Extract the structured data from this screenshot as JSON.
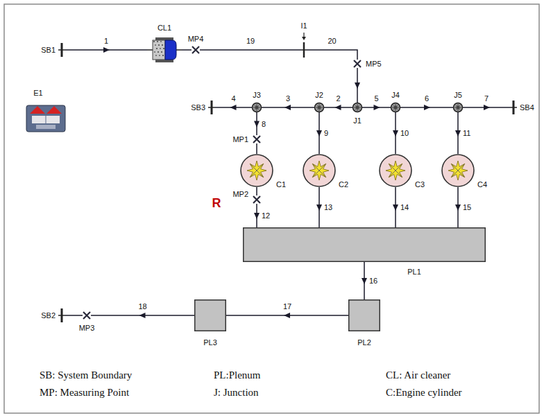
{
  "diagram": {
    "nodes": [
      {
        "text": [
          "SB1"
        ]
      },
      {
        "text": [
          "CL1"
        ]
      },
      {
        "text": [
          "MP4"
        ]
      },
      {
        "text": [
          "I1"
        ]
      },
      {
        "text": [
          "MP5"
        ]
      },
      {
        "text": [
          "E1"
        ]
      },
      {
        "text": [
          "SB3"
        ]
      },
      {
        "text": [
          "J3"
        ]
      },
      {
        "text": [
          "J2"
        ]
      },
      {
        "text": [
          "J1"
        ]
      },
      {
        "text": [
          "J4"
        ]
      },
      {
        "text": [
          "J5"
        ]
      },
      {
        "text": [
          "SB4"
        ]
      },
      {
        "text": [
          "MP1"
        ]
      },
      {
        "text": [
          "C1"
        ]
      },
      {
        "text": [
          "C2"
        ]
      },
      {
        "text": [
          "C3"
        ]
      },
      {
        "text": [
          "C4"
        ]
      },
      {
        "text": [
          "MP2"
        ]
      },
      {
        "text": [
          "PL1"
        ]
      },
      {
        "text": [
          "SB2"
        ]
      },
      {
        "text": [
          "MP3"
        ]
      },
      {
        "text": [
          "PL3"
        ]
      },
      {
        "text": [
          "PL2"
        ]
      }
    ],
    "edges": [
      {
        "from": 0,
        "to": 1,
        "label": "1",
        "arrow": "to"
      },
      {
        "from": 1,
        "to": 2,
        "arrow": "none"
      },
      {
        "from": 2,
        "to": 3,
        "label": "19",
        "arrow": "none"
      },
      {
        "from": 3,
        "to": 4,
        "label": "20",
        "arrow": "none"
      },
      {
        "from": 4,
        "to": 9,
        "arrow": "to"
      },
      {
        "from": 9,
        "to": 8,
        "label": "2",
        "arrow": "to"
      },
      {
        "from": 8,
        "to": 7,
        "label": "3",
        "arrow": "to"
      },
      {
        "from": 7,
        "to": 6,
        "label": "4",
        "arrow": "to"
      },
      {
        "from": 9,
        "to": 10,
        "label": "5",
        "arrow": "to"
      },
      {
        "from": 10,
        "to": 11,
        "label": "6",
        "arrow": "to"
      },
      {
        "from": 11,
        "to": 12,
        "label": "7",
        "arrow": "to"
      },
      {
        "from": 7,
        "to": 13,
        "label": "8",
        "arrow": "to"
      },
      {
        "from": 13,
        "to": 14,
        "arrow": "none"
      },
      {
        "from": 8,
        "to": 15,
        "label": "9",
        "arrow": "to"
      },
      {
        "from": 10,
        "to": 16,
        "label": "10",
        "arrow": "to"
      },
      {
        "from": 11,
        "to": 17,
        "label": "11",
        "arrow": "to"
      },
      {
        "from": 14,
        "to": 18,
        "arrow": "none"
      },
      {
        "from": 18,
        "to": 19,
        "label": "12",
        "arrow": "to"
      },
      {
        "from": 15,
        "to": 19,
        "label": "13",
        "arrow": "to"
      },
      {
        "from": 16,
        "to": 19,
        "label": "14",
        "arrow": "to"
      },
      {
        "from": 17,
        "to": 19,
        "label": "15",
        "arrow": "to"
      },
      {
        "from": 19,
        "to": 23,
        "label": "16",
        "arrow": "to"
      },
      {
        "from": 23,
        "to": 22,
        "label": "17",
        "arrow": "to"
      },
      {
        "from": 22,
        "to": 21,
        "label": "18",
        "arrow": "to"
      },
      {
        "from": 21,
        "to": 20,
        "arrow": "none"
      }
    ],
    "labels": [
      "R"
    ],
    "legend": [
      {
        "text": "SB:  System Boundary"
      },
      {
        "text": "PL:Plenum"
      },
      {
        "text": "CL: Air cleaner"
      },
      {
        "text": "MP: Measuring Point"
      },
      {
        "text": "J:  Junction"
      },
      {
        "text": "C:Engine cylinder"
      }
    ]
  }
}
